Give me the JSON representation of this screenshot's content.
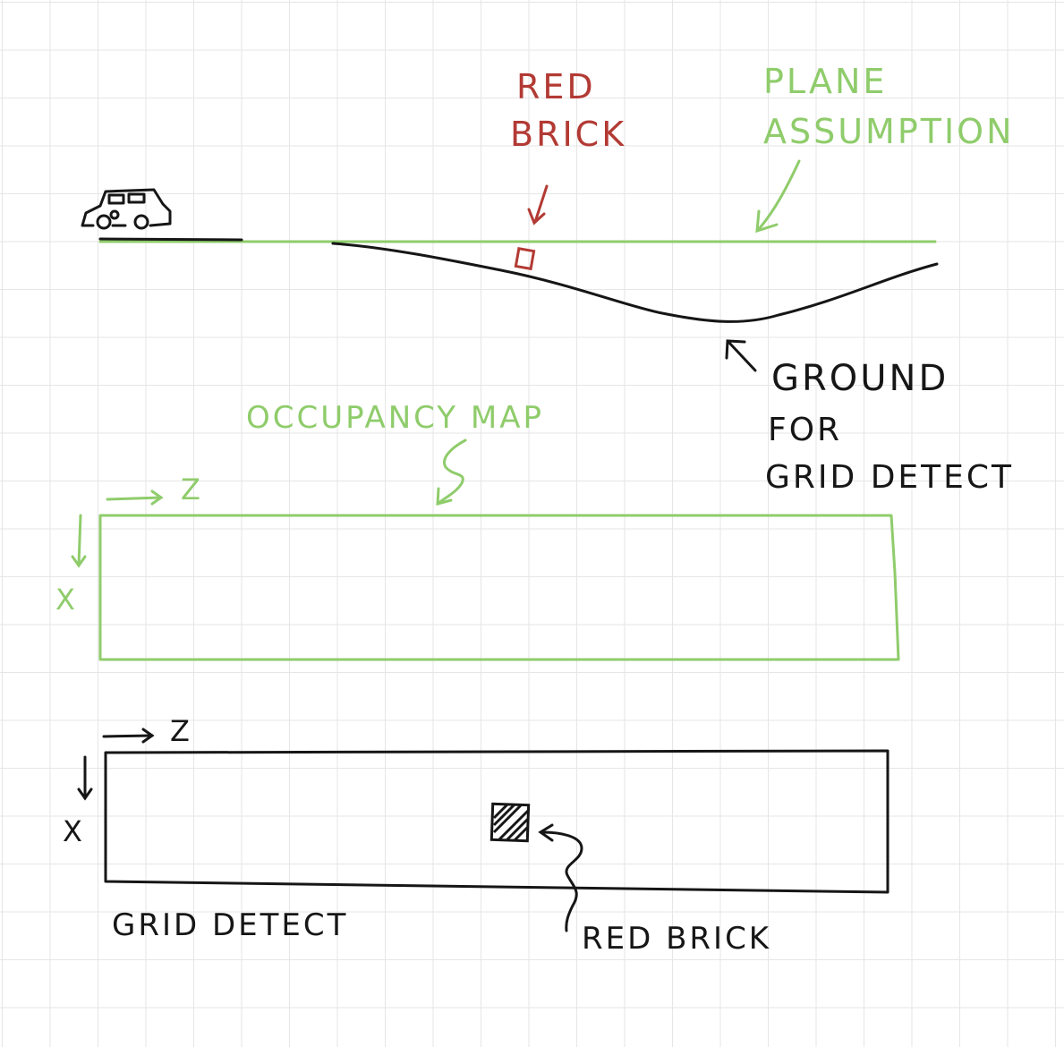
{
  "labels": {
    "red_brick_top_line1": "RED",
    "red_brick_top_line2": "BRICK",
    "plane_line1": "PLANE",
    "plane_line2": "ASSUMPTION",
    "ground_line1": "GROUND",
    "ground_line2": "FOR",
    "ground_line3": "GRID DETECT",
    "occupancy_map": "OCCUPANCY MAP",
    "occ_z_axis": "Z",
    "occ_x_axis": "X",
    "grid_z_axis": "Z",
    "grid_x_axis": "X",
    "grid_detect": "GRID DETECT",
    "red_brick_bottom": "RED BRICK"
  },
  "colors": {
    "green": "#8fcc6b",
    "red": "#b33a34",
    "ink": "#161616",
    "grid": "#e6e6e6"
  }
}
